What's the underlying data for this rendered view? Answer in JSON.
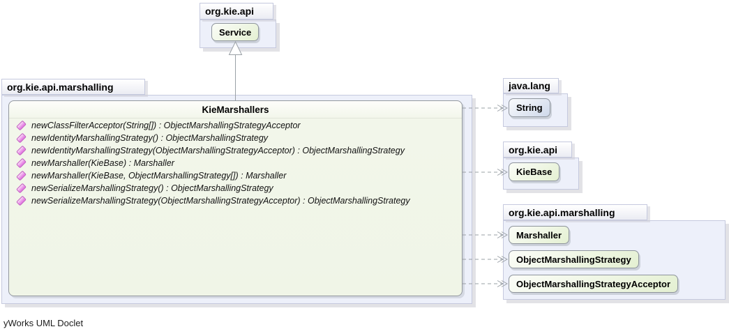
{
  "footer": {
    "credit": "yWorks UML Doclet"
  },
  "packages": {
    "top": {
      "label": "org.kie.api",
      "class": {
        "name": "Service"
      }
    },
    "main": {
      "label": "org.kie.api.marshalling",
      "interface": {
        "name": "KieMarshallers",
        "methods": [
          "newClassFilterAcceptor(String[]) : ObjectMarshallingStrategyAcceptor",
          "newIdentityMarshallingStrategy() : ObjectMarshallingStrategy",
          "newIdentityMarshallingStrategy(ObjectMarshallingStrategyAcceptor) : ObjectMarshallingStrategy",
          "newMarshaller(KieBase) : Marshaller",
          "newMarshaller(KieBase, ObjectMarshallingStrategy[]) : Marshaller",
          "newSerializeMarshallingStrategy() : ObjectMarshallingStrategy",
          "newSerializeMarshallingStrategy(ObjectMarshallingStrategyAcceptor) : ObjectMarshallingStrategy"
        ]
      }
    },
    "javaLang": {
      "label": "java.lang",
      "class": {
        "name": "String"
      }
    },
    "orgKieApi": {
      "label": "org.kie.api",
      "class": {
        "name": "KieBase"
      }
    },
    "marshallingRight": {
      "label": "org.kie.api.marshalling",
      "classes": [
        {
          "name": "Marshaller"
        },
        {
          "name": "ObjectMarshallingStrategy"
        },
        {
          "name": "ObjectMarshallingStrategyAcceptor"
        }
      ]
    }
  },
  "edges": {
    "realization": {
      "from": "KieMarshallers",
      "to": "Service",
      "style": "solid, hollow triangle head"
    },
    "dependencies": [
      {
        "from": "KieMarshallers",
        "to": "String"
      },
      {
        "from": "KieMarshallers",
        "to": "KieBase"
      },
      {
        "from": "KieMarshallers",
        "to": "Marshaller"
      },
      {
        "from": "KieMarshallers",
        "to": "ObjectMarshallingStrategy"
      },
      {
        "from": "KieMarshallers",
        "to": "ObjectMarshallingStrategyAcceptor"
      }
    ]
  },
  "colors": {
    "package_fill": "#edf0fa",
    "package_border": "#c5c9de",
    "class_fill_green": "#e4f0d2",
    "external_class_fill": "#ced8ea",
    "interface_fill": "#f0f5e7",
    "method_icon_pink": "#e06ee0",
    "edge_gray": "#9aa0a6"
  }
}
